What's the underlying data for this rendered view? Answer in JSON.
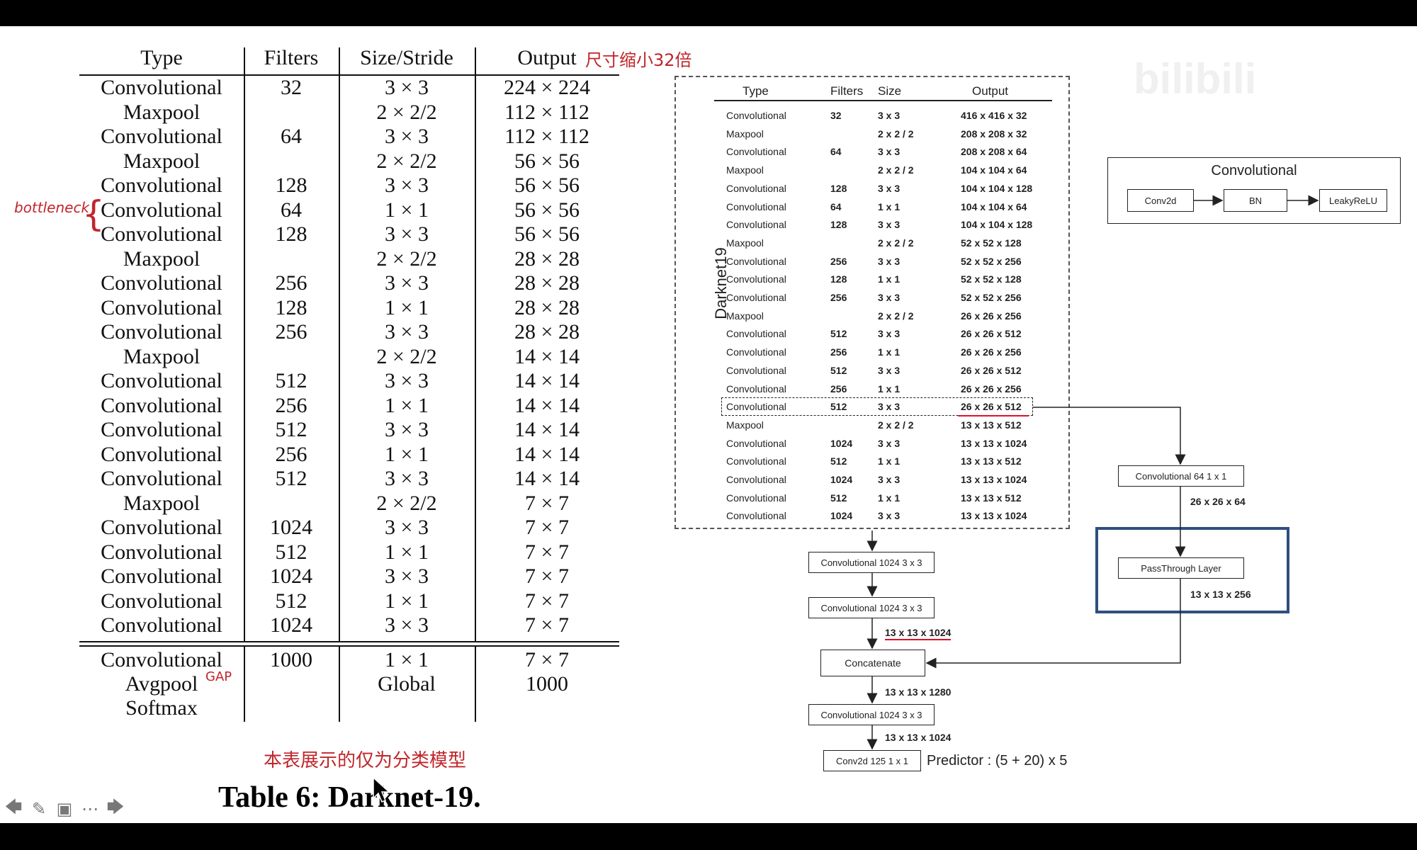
{
  "table": {
    "headers": [
      "Type",
      "Filters",
      "Size/Stride",
      "Output"
    ],
    "rows": [
      [
        "Convolutional",
        "32",
        "3 × 3",
        "224 × 224"
      ],
      [
        "Maxpool",
        "",
        "2 × 2/2",
        "112 × 112"
      ],
      [
        "Convolutional",
        "64",
        "3 × 3",
        "112 × 112"
      ],
      [
        "Maxpool",
        "",
        "2 × 2/2",
        "56 × 56"
      ],
      [
        "Convolutional",
        "128",
        "3 × 3",
        "56 × 56"
      ],
      [
        "Convolutional",
        "64",
        "1 × 1",
        "56 × 56"
      ],
      [
        "Convolutional",
        "128",
        "3 × 3",
        "56 × 56"
      ],
      [
        "Maxpool",
        "",
        "2 × 2/2",
        "28 × 28"
      ],
      [
        "Convolutional",
        "256",
        "3 × 3",
        "28 × 28"
      ],
      [
        "Convolutional",
        "128",
        "1 × 1",
        "28 × 28"
      ],
      [
        "Convolutional",
        "256",
        "3 × 3",
        "28 × 28"
      ],
      [
        "Maxpool",
        "",
        "2 × 2/2",
        "14 × 14"
      ],
      [
        "Convolutional",
        "512",
        "3 × 3",
        "14 × 14"
      ],
      [
        "Convolutional",
        "256",
        "1 × 1",
        "14 × 14"
      ],
      [
        "Convolutional",
        "512",
        "3 × 3",
        "14 × 14"
      ],
      [
        "Convolutional",
        "256",
        "1 × 1",
        "14 × 14"
      ],
      [
        "Convolutional",
        "512",
        "3 × 3",
        "14 × 14"
      ],
      [
        "Maxpool",
        "",
        "2 × 2/2",
        "7 × 7"
      ],
      [
        "Convolutional",
        "1024",
        "3 × 3",
        "7 × 7"
      ],
      [
        "Convolutional",
        "512",
        "1 × 1",
        "7 × 7"
      ],
      [
        "Convolutional",
        "1024",
        "3 × 3",
        "7 × 7"
      ],
      [
        "Convolutional",
        "512",
        "1 × 1",
        "7 × 7"
      ],
      [
        "Convolutional",
        "1024",
        "3 × 3",
        "7 × 7"
      ]
    ],
    "footer_rows": [
      [
        "Convolutional",
        "1000",
        "1 × 1",
        "7 × 7"
      ],
      [
        "Avgpool",
        "",
        "Global",
        "1000"
      ],
      [
        "Softmax",
        "",
        "",
        ""
      ]
    ],
    "caption": "Table 6: Darknet-19."
  },
  "annotations": {
    "output_note": "尺寸缩小32倍",
    "bottleneck": "bottleneck",
    "gap": "GAP",
    "table_note": "本表展示的仅为分类模型"
  },
  "diagram": {
    "label": "Darknet19",
    "headers": [
      "Type",
      "Filters",
      "Size",
      "Output"
    ],
    "rows": [
      [
        "Convolutional",
        "32",
        "3 x 3",
        "416 x 416 x 32"
      ],
      [
        "Maxpool",
        "",
        "2 x 2 / 2",
        "208 x 208 x 32"
      ],
      [
        "Convolutional",
        "64",
        "3 x 3",
        "208 x 208 x 64"
      ],
      [
        "Maxpool",
        "",
        "2 x 2 / 2",
        "104 x 104 x 64"
      ],
      [
        "Convolutional",
        "128",
        "3 x 3",
        "104 x 104 x 128"
      ],
      [
        "Convolutional",
        "64",
        "1 x 1",
        "104 x 104 x 64"
      ],
      [
        "Convolutional",
        "128",
        "3 x 3",
        "104 x 104 x 128"
      ],
      [
        "Maxpool",
        "",
        "2 x 2 / 2",
        "52 x 52 x 128"
      ],
      [
        "Convolutional",
        "256",
        "3 x 3",
        "52 x 52 x 256"
      ],
      [
        "Convolutional",
        "128",
        "1 x 1",
        "52 x 52 x 128"
      ],
      [
        "Convolutional",
        "256",
        "3 x 3",
        "52 x 52 x 256"
      ],
      [
        "Maxpool",
        "",
        "2 x 2 / 2",
        "26 x 26 x 256"
      ],
      [
        "Convolutional",
        "512",
        "3 x 3",
        "26 x 26 x 512"
      ],
      [
        "Convolutional",
        "256",
        "1 x 1",
        "26 x 26 x 256"
      ],
      [
        "Convolutional",
        "512",
        "3 x 3",
        "26 x 26 x 512"
      ],
      [
        "Convolutional",
        "256",
        "1 x 1",
        "26 x 26 x 256"
      ],
      [
        "Convolutional",
        "512",
        "3 x 3",
        "26 x 26 x 512"
      ],
      [
        "Maxpool",
        "",
        "2 x 2 / 2",
        "13 x 13 x 512"
      ],
      [
        "Convolutional",
        "1024",
        "3 x 3",
        "13 x 13 x 1024"
      ],
      [
        "Convolutional",
        "512",
        "1 x 1",
        "13 x 13 x 512"
      ],
      [
        "Convolutional",
        "1024",
        "3 x 3",
        "13 x 13 x 1024"
      ],
      [
        "Convolutional",
        "512",
        "1 x 1",
        "13 x 13 x 512"
      ],
      [
        "Convolutional",
        "1024",
        "3 x 3",
        "13 x 13 x 1024"
      ]
    ],
    "conv_block": {
      "title": "Convolutional",
      "conv2d": "Conv2d",
      "bn": "BN",
      "act": "LeakyReLU"
    },
    "head": {
      "conv1": "Convolutional   1024   3 x 3",
      "conv2": "Convolutional   1024   3 x 3",
      "out1": "13 x 13 x 1024",
      "concat": "Concatenate",
      "out2": "13 x 13 x 1280",
      "conv3": "Convolutional   1024   3 x 3",
      "out3": "13 x 13 x 1024",
      "conv_final": "Conv2d   125   1 x 1",
      "predictor": "Predictor : (5 + 20) x 5"
    },
    "passthrough": {
      "conv": "Convolutional   64   1 x 1",
      "out_conv": "26 x 26 x 64",
      "layer": "PassThrough Layer",
      "out_layer": "13 x 13 x 256"
    }
  },
  "toolbar": {
    "prev": "🡄",
    "pen": "✎",
    "view": "▣",
    "more": "⋯",
    "next": "🡆"
  },
  "colors": {
    "annotation": "#c0262b",
    "highlight_box": "#2f4f7f"
  }
}
